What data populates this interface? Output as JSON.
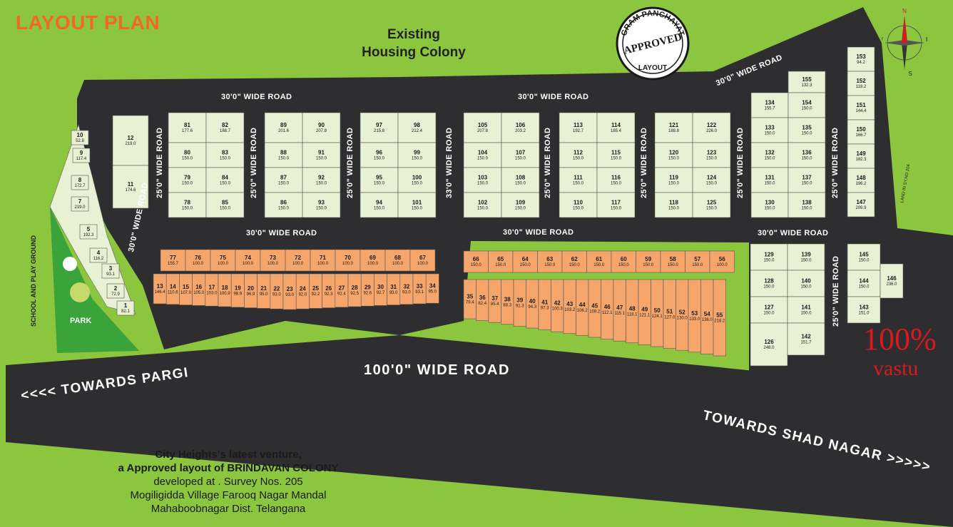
{
  "title": "LAYOUT PLAN",
  "existing_colony": [
    "Existing",
    "Housing  Colony"
  ],
  "roads": {
    "top_left": "30'0\"  WIDE ROAD",
    "top_right": "30'0\"  WIDE ROAD",
    "top_diag": "30'0\"  WIDE ROAD",
    "mid_left": "30'0\"  WIDE ROAD",
    "mid_center": "30'0\"  WIDE ROAD",
    "mid_right": "30'0\"  WIDE ROAD",
    "left_vertical": "30'0\"  WIDE ROAD",
    "v1": "25'0\"  WIDE ROAD",
    "v2": "25'0\"  WIDE ROAD",
    "v3": "25'0\"  WIDE ROAD",
    "v4": "33'0\"  WIDE ROAD",
    "v5": "25'0\"  WIDE ROAD",
    "v6": "25'0\"  WIDE ROAD",
    "v7": "25'0\"  WIDE ROAD",
    "v8": "25'0\"  WIDE ROAD",
    "v9": "25'0\"  WIDE ROAD",
    "main": "100'0\"  WIDE  ROAD",
    "towards_pargi": "<<<<  TOWARDS PARGI",
    "towards_shad": "TOWARDS SHAD NAGAR  >>>>>"
  },
  "school_label": "SCHOOL AND PLAY GROUND",
  "park_label": "PARK",
  "land_label": "LAND IN SY.NO 204",
  "stamp": {
    "top": "GRAM PANCHAYAT",
    "middle": "APPROVED",
    "bottom": "LAYOUT"
  },
  "compass": {
    "n": "N",
    "s": "S",
    "e": "E",
    "w": "W"
  },
  "vastu": {
    "percent": "100%",
    "word": "vastu"
  },
  "footer": {
    "line1": "City Heights's latest venture,",
    "line2": "a Approved layout of BRINDAVAN COLONY",
    "line3": "developed at . Survey Nos. 205",
    "line4": "Mogiligidda Village  Farooq Nagar Mandal",
    "line5": "Mahaboobnagar Dist. Telangana"
  },
  "colors": {
    "background": "#8cc63f",
    "road": "#2e2e30",
    "plot_green": "#e9f1d5",
    "plot_orange": "#f7a66b",
    "park": "#3aa33a",
    "accent_title": "#f26a21",
    "vastu": "#d71920"
  },
  "plots": {
    "left_strip": [
      [
        "10",
        "52.8"
      ],
      [
        "9",
        "117.4"
      ],
      [
        "8",
        "172.7"
      ],
      [
        "7",
        "219.0"
      ],
      [
        "5",
        "192.3"
      ],
      [
        "4",
        "116.2"
      ],
      [
        "3",
        "93.1"
      ],
      [
        "2",
        "72.9"
      ],
      [
        "1",
        "82.1"
      ]
    ],
    "block_a": [
      [
        "12",
        "219.0"
      ],
      [
        "11",
        "174.6"
      ]
    ],
    "top_cols": [
      [
        [
          "81",
          "177.6"
        ],
        [
          "80",
          "150.0"
        ],
        [
          "79",
          "150.0"
        ],
        [
          "78",
          "150.0"
        ]
      ],
      [
        [
          "82",
          "188.7"
        ],
        [
          "83",
          "150.0"
        ],
        [
          "84",
          "150.0"
        ],
        [
          "85",
          "150.0"
        ]
      ],
      [
        [
          "89",
          "201.6"
        ],
        [
          "88",
          "150.0"
        ],
        [
          "87",
          "150.0"
        ],
        [
          "86",
          "150.0"
        ]
      ],
      [
        [
          "90",
          "207.8"
        ],
        [
          "91",
          "150.0"
        ],
        [
          "92",
          "150.0"
        ],
        [
          "93",
          "150.0"
        ]
      ],
      [
        [
          "97",
          "215.8"
        ],
        [
          "96",
          "150.0"
        ],
        [
          "95",
          "150.0"
        ],
        [
          "94",
          "150.0"
        ]
      ],
      [
        [
          "98",
          "212.4"
        ],
        [
          "99",
          "150.0"
        ],
        [
          "100",
          "150.0"
        ],
        [
          "101",
          "150.0"
        ]
      ],
      [
        [
          "105",
          "207.8"
        ],
        [
          "104",
          "150.0"
        ],
        [
          "103",
          "150.0"
        ],
        [
          "102",
          "150.0"
        ]
      ],
      [
        [
          "106",
          "203.2"
        ],
        [
          "107",
          "150.0"
        ],
        [
          "108",
          "150.0"
        ],
        [
          "109",
          "150.0"
        ]
      ],
      [
        [
          "113",
          "192.7"
        ],
        [
          "112",
          "150.0"
        ],
        [
          "111",
          "150.0"
        ],
        [
          "110",
          "150.0"
        ]
      ],
      [
        [
          "114",
          "185.4"
        ],
        [
          "115",
          "150.0"
        ],
        [
          "116",
          "150.0"
        ],
        [
          "117",
          "150.0"
        ]
      ],
      [
        [
          "121",
          "188.8"
        ],
        [
          "120",
          "150.0"
        ],
        [
          "119",
          "150.0"
        ],
        [
          "118",
          "150.0"
        ]
      ],
      [
        [
          "122",
          "226.0"
        ],
        [
          "123",
          "150.0"
        ],
        [
          "124",
          "150.0"
        ],
        [
          "125",
          "150.0"
        ]
      ],
      [
        [
          "134",
          "155.7"
        ],
        [
          "133",
          "150.0"
        ],
        [
          "132",
          "150.0"
        ],
        [
          "131",
          "150.0"
        ],
        [
          "130",
          "150.0"
        ]
      ],
      [
        [
          "155",
          "132.3"
        ],
        [
          "154",
          "150.0"
        ],
        [
          "135",
          "150.0"
        ],
        [
          "136",
          "150.0"
        ],
        [
          "137",
          "150.0"
        ],
        [
          "138",
          "150.0"
        ]
      ]
    ],
    "right_col": [
      [
        "153",
        "94.2"
      ],
      [
        "152",
        "118.2"
      ],
      [
        "151",
        "144.4"
      ],
      [
        "150",
        "166.7"
      ],
      [
        "149",
        "182.3"
      ],
      [
        "148",
        "196.2"
      ],
      [
        "147",
        "209.9"
      ]
    ],
    "orange_left_top": [
      [
        "77",
        "155.7"
      ],
      [
        "76",
        "100.0"
      ],
      [
        "75",
        "100.0"
      ],
      [
        "74",
        "100.0"
      ],
      [
        "73",
        "100.0"
      ],
      [
        "72",
        "100.0"
      ],
      [
        "71",
        "100.0"
      ],
      [
        "70",
        "100.0"
      ],
      [
        "69",
        "100.0"
      ],
      [
        "68",
        "100.0"
      ],
      [
        "67",
        "100.0"
      ]
    ],
    "orange_left_bottom": [
      [
        "13",
        "146.4"
      ],
      [
        "14",
        "110.6"
      ],
      [
        "15",
        "107.0"
      ],
      [
        "16",
        "105.0"
      ],
      [
        "17",
        "103.0"
      ],
      [
        "18",
        "100.9"
      ],
      [
        "19",
        "98.9"
      ],
      [
        "20",
        "96.9"
      ],
      [
        "21",
        "95.0"
      ],
      [
        "22",
        "93.0"
      ],
      [
        "23",
        "93.0"
      ],
      [
        "24",
        "92.0"
      ],
      [
        "25",
        "92.2"
      ],
      [
        "26",
        "92.3"
      ],
      [
        "27",
        "92.4"
      ],
      [
        "28",
        "92.5"
      ],
      [
        "29",
        "92.6"
      ],
      [
        "30",
        "92.7"
      ],
      [
        "31",
        "93.0"
      ],
      [
        "32",
        "93.0"
      ],
      [
        "33",
        "93.1"
      ],
      [
        "34",
        "95.0"
      ]
    ],
    "orange_right_top": [
      [
        "66",
        "150.0"
      ],
      [
        "65",
        "150.0"
      ],
      [
        "64",
        "150.0"
      ],
      [
        "63",
        "150.0"
      ],
      [
        "62",
        "150.0"
      ],
      [
        "61",
        "150.0"
      ],
      [
        "60",
        "150.0"
      ],
      [
        "59",
        "150.0"
      ],
      [
        "58",
        "150.0"
      ],
      [
        "57",
        "150.0"
      ],
      [
        "56",
        "100.0"
      ]
    ],
    "orange_right_bottom": [
      [
        "35",
        "79.4"
      ],
      [
        "36",
        "82.4"
      ],
      [
        "37",
        "85.4"
      ],
      [
        "38",
        "88.3"
      ],
      [
        "39",
        "91.3"
      ],
      [
        "40",
        "94.3"
      ],
      [
        "41",
        "97.3"
      ],
      [
        "42",
        "100.3"
      ],
      [
        "43",
        "103.2"
      ],
      [
        "44",
        "106.2"
      ],
      [
        "45",
        "109.2"
      ],
      [
        "46",
        "112.1"
      ],
      [
        "47",
        "115.1"
      ],
      [
        "48",
        "118.1"
      ],
      [
        "49",
        "121.1"
      ],
      [
        "50",
        "124.1"
      ],
      [
        "51",
        "127.0"
      ],
      [
        "52",
        "130.0"
      ],
      [
        "53",
        "133.0"
      ],
      [
        "54",
        "136.0"
      ],
      [
        "55",
        "218.2"
      ]
    ],
    "bottom_right_a": [
      [
        "129",
        "150.0"
      ],
      [
        "128",
        "150.0"
      ],
      [
        "127",
        "150.0"
      ],
      [
        "126",
        "248.0"
      ]
    ],
    "bottom_right_b": [
      [
        "139",
        "150.0"
      ],
      [
        "140",
        "150.0"
      ],
      [
        "141",
        "150.0"
      ],
      [
        "142",
        "151.7"
      ]
    ],
    "bottom_right_c": [
      [
        "145",
        "150.0"
      ],
      [
        "144",
        "150.0"
      ],
      [
        "143",
        "151.0"
      ],
      [
        "146",
        "236.0"
      ]
    ]
  }
}
